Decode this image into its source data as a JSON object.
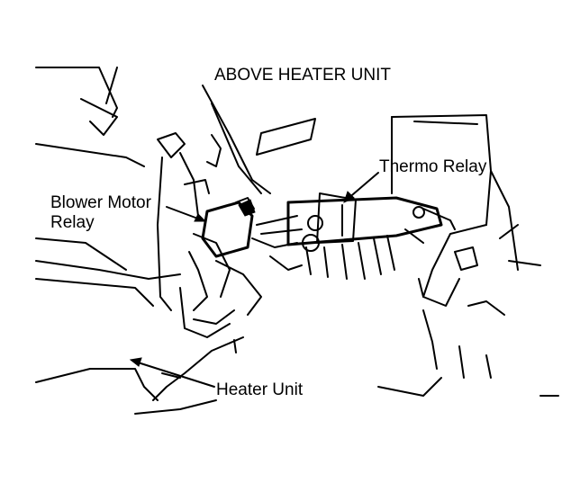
{
  "title": "ABOVE HEATER UNIT",
  "labels": {
    "thermo_relay": "Thermo Relay",
    "blower_motor_relay_line1": "Blower Motor",
    "blower_motor_relay_line2": "Relay",
    "heater_unit": "Heater Unit"
  },
  "colors": {
    "ink": "#000000",
    "background": "#ffffff"
  }
}
